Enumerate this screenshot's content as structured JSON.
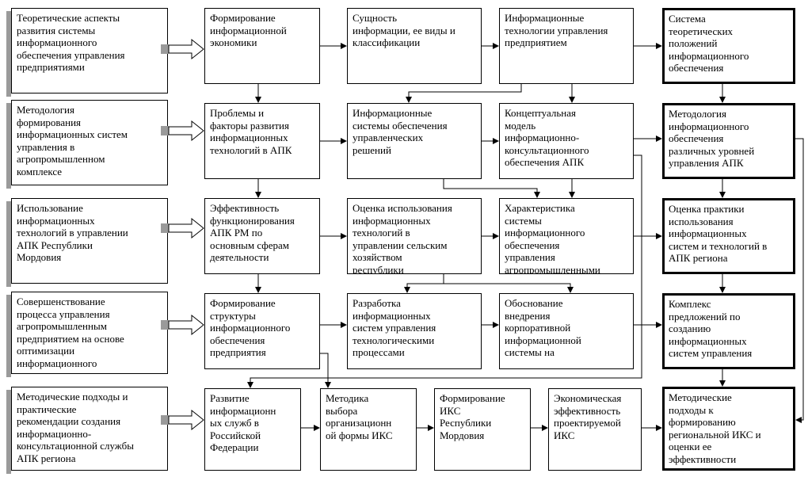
{
  "colors": {
    "line": "#000000",
    "shadow": "#9a9a9a",
    "arrow_fill": "#ffffff"
  },
  "boxes": {
    "r1c1": "  Теоретические аспекты\nразвития системы\nинформационного\nобеспечения управления\nпредприятиями",
    "r1c2": "Формирование\nинформационной\nэкономики",
    "r1c3": "Сущность\nинформации, ее виды и\nклассификации",
    "r1c4": "Информационные\nтехнологии управления\nпредприятием",
    "r1c5": "Система\nтеоретических\nположений\nинформационного\nобеспечения",
    "r2c1": "Методология\nформирования\nинформационных систем\nуправления в\nагропромышленном\nкомплексе",
    "r2c2": "Проблемы и\nфакторы  развития\nинформационных\nтехнологий в АПК",
    "r2c3": "Информационные\nсистемы обеспечения\nуправленческих\nрешений",
    "r2c4": "Концептуальная\nмодель\nинформационно-\nконсультационного\nобеспечения  АПК",
    "r2c5": "Методология\nинформационного\nобеспечения\nразличных уровней\nуправления АПК",
    "r3c1": "Использование\nинформационных\nтехнологий в управлении\nАПК Республики\nМордовия",
    "r3c2": "Эффективность\nфункционирования\nАПК РМ по\nосновным сферам\nдеятельности",
    "r3c3": "Оценка использования\nинформационных\nтехнологий в\nуправлении сельским\nхозяйством\nреспублики",
    "r3c4": "Характеристика\nсистемы\nинформационного\nобеспечения\nуправления\nагропромышленными",
    "r3c5": "Оценка практики\nиспользования\nинформационных\nсистем и технологий в\nАПК региона",
    "r4c1": "Совершенствование\nпроцесса управления\nагропромышленным\nпредприятием на основе\nоптимизации\nинформационного",
    "r4c2": "Формирование\nструктуры\nинформационного\nобеспечения\nпредприятия",
    "r4c3": "Разработка\nинформационных\nсистем управления\nтехнологическими\nпроцессами",
    "r4c4": "Обоснование\nвнедрения\nкорпоративной\nинформационной\nсистемы на",
    "r4c5": "Комплекс\nпредложений по\nсозданию\nинформационных\nсистем управления",
    "r5c1": "Методические подходы и\nпрактические\nрекомендации создания\nинформационно-\nконсультационной службы\nАПК региона",
    "r5c2": "Развитие\nинформационн\nых служб в\nРоссийской\nФедерации",
    "r5c3": "Методика\nвыбора\nорганизационн\nой формы ИКС",
    "r5c4": "Формирование\nИКС\nРеспублики\nМордовия",
    "r5c5": "Экономическая\nэффективность\nпроектируемой\nИКС",
    "r5c6": "Методические\nподходы к\nформированию\nрегиональной ИКС  и\nоценки ее\nэффективности"
  }
}
